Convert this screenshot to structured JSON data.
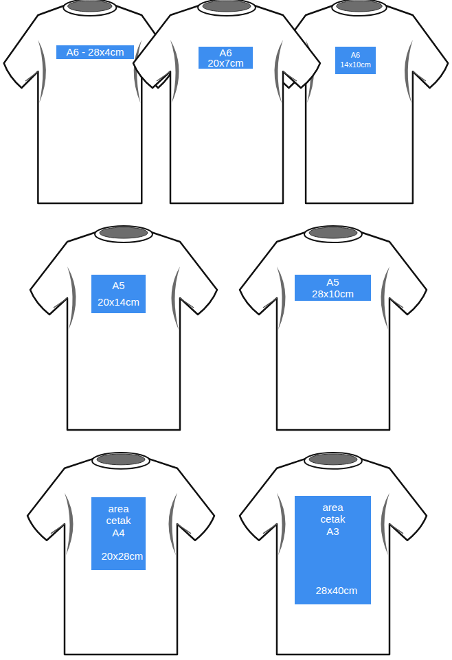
{
  "diagram": {
    "nodes": [
      {
        "text": [
          "A6 - 28x4cm"
        ]
      },
      {
        "text": [
          "A6 20x7cm"
        ]
      },
      {
        "text": [
          "A6 14x10cm"
        ]
      },
      {
        "text": [
          "A5 20x14cm"
        ]
      },
      {
        "text": [
          "A5 28x10cm"
        ]
      },
      {
        "text": [
          "area cetak A4",
          "20x28cm"
        ]
      },
      {
        "text": [
          "area cetak A3",
          "28x40cm"
        ]
      }
    ]
  }
}
